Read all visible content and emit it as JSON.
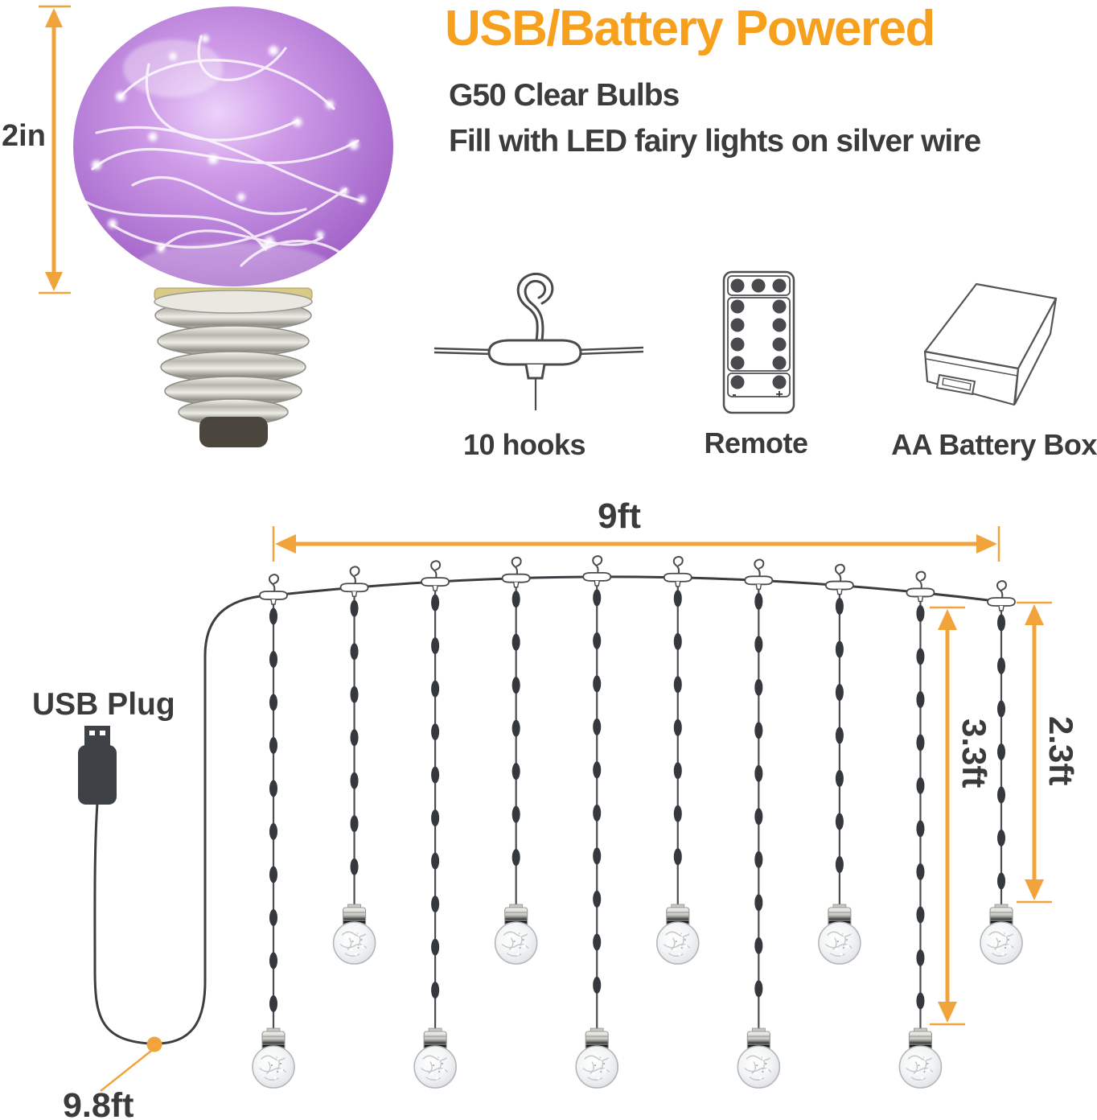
{
  "header": {
    "title": "USB/Battery Powered",
    "subtitle_line1": "G50 Clear Bulbs",
    "subtitle_line2": "Fill with LED fairy lights on silver wire"
  },
  "bulb_photo": {
    "size_label": "2in"
  },
  "accessories": {
    "hooks_label": "10 hooks",
    "remote_label": "Remote",
    "battery_label": "AA Battery Box",
    "remote_minus": "-",
    "remote_plus": "+"
  },
  "diagram": {
    "width_label": "9ft",
    "usb_label": "USB Plug",
    "lead_length_label": "9.8ft",
    "long_drop_label": "3.3ft",
    "short_drop_label": "2.3ft",
    "hook_count": 10,
    "bulb_count": 10
  },
  "colors": {
    "accent_orange": "#F1A43B",
    "title_orange": "#F7A01E",
    "text_dark": "#3B3B3B",
    "bulb_purple": "#B57BD5",
    "line_gray": "#4A4A4A"
  }
}
